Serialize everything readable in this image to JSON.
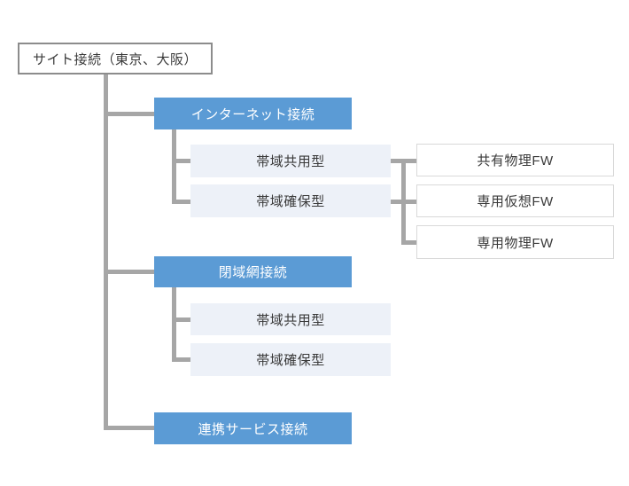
{
  "colors": {
    "branch_fill": "#5B9BD5",
    "leaf_fill": "#EDF1F8",
    "connector": "#A6A6A6",
    "root_border": "#8C8C8C",
    "option_border": "#D9D9D9",
    "text_dark": "#3A3A3A",
    "text_light": "#FFFFFF"
  },
  "tree": {
    "root": {
      "label": "サイト接続（東京、大阪）"
    },
    "branches": [
      {
        "label": "インターネット接続",
        "children": [
          {
            "label": "帯域共用型"
          },
          {
            "label": "帯域確保型"
          }
        ]
      },
      {
        "label": "閉域網接続",
        "children": [
          {
            "label": "帯域共用型"
          },
          {
            "label": "帯域確保型"
          }
        ]
      },
      {
        "label": "連携サービス接続",
        "children": []
      }
    ],
    "firewall_options": [
      {
        "label": "共有物理FW"
      },
      {
        "label": "専用仮想FW"
      },
      {
        "label": "専用物理FW"
      }
    ]
  }
}
